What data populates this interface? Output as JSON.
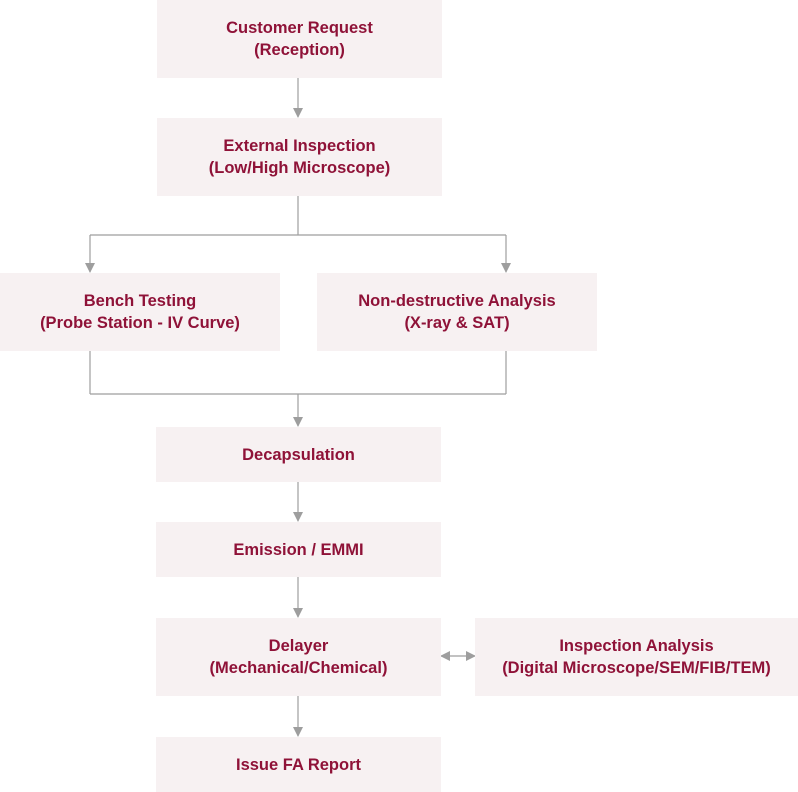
{
  "flow": {
    "customer_request": {
      "line1": "Customer Request",
      "line2": "(Reception)"
    },
    "external_inspection": {
      "line1": "External Inspection",
      "line2": "(Low/High Microscope)"
    },
    "bench_testing": {
      "line1": "Bench Testing",
      "line2": "(Probe Station - IV Curve)"
    },
    "non_destructive": {
      "line1": "Non-destructive Analysis",
      "line2": "(X-ray & SAT)"
    },
    "decapsulation": {
      "line1": "Decapsulation"
    },
    "emission": {
      "line1": "Emission / EMMI"
    },
    "delayer": {
      "line1": "Delayer",
      "line2": "(Mechanical/Chemical)"
    },
    "inspection_analysis": {
      "line1": "Inspection Analysis",
      "line2": "(Digital Microscope/SEM/FIB/TEM)"
    },
    "issue_report": {
      "line1": "Issue FA Report"
    }
  },
  "colors": {
    "box_fill": "#f7f1f2",
    "text": "#8f1238",
    "connector": "#9e9e9e"
  }
}
